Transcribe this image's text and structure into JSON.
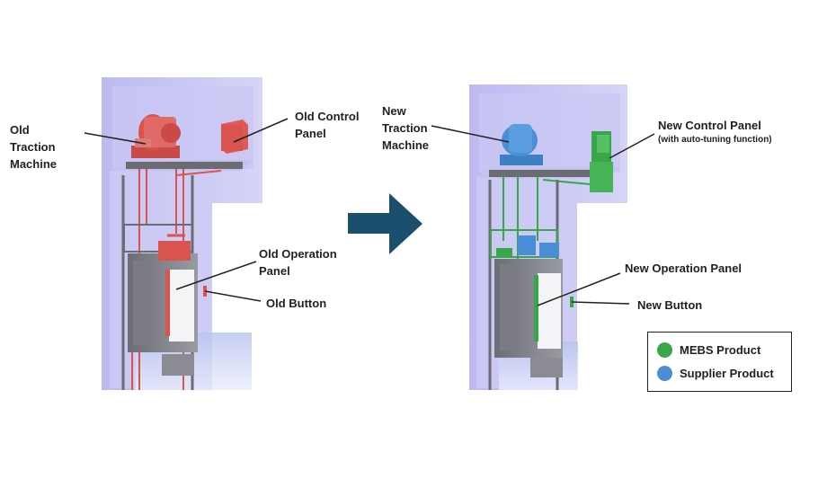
{
  "before": {
    "traction_machine": "Old\nTraction\nMachine",
    "control_panel": "Old Control\nPanel",
    "operation_panel": "Old Operation\nPanel",
    "button": "Old Button"
  },
  "after": {
    "traction_machine": "New\nTraction\nMachine",
    "control_panel": "New Control Panel",
    "control_panel_note": "(with auto-tuning function)",
    "operation_panel": "New Operation Panel",
    "button": "New Button"
  },
  "legend": [
    {
      "label": "MEBS Product",
      "color": "#3aa64a"
    },
    {
      "label": "Supplier Product",
      "color": "#4a8fd6"
    }
  ],
  "colors": {
    "old_components": "#d9534f",
    "shaft": "#c8c6f2",
    "arrow": "#1a4f6e"
  }
}
